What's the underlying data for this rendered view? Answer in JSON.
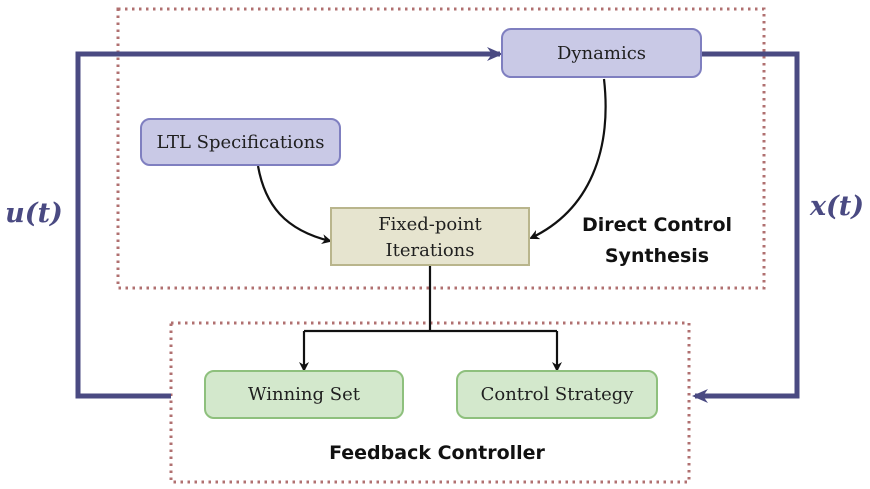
{
  "regions": {
    "direct_control": {
      "line1": "Direct Control",
      "line2": "Synthesis"
    },
    "feedback_controller": {
      "label": "Feedback Controller"
    }
  },
  "nodes": {
    "dynamics": "Dynamics",
    "ltl_specifications": "LTL Specifications",
    "fixed_point_line1": "Fixed-point",
    "fixed_point_line2": "Iterations",
    "winning_set": "Winning Set",
    "control_strategy": "Control Strategy"
  },
  "signals": {
    "input": "u(t)",
    "state": "x(t)"
  },
  "colors": {
    "region_border": "#b07070",
    "signal_line": "#4a4a82",
    "purple_fill": "#c9c9e6",
    "purple_border": "#7f7fc0",
    "tan_fill": "#e6e4cf",
    "tan_border": "#b9b58c",
    "green_fill": "#d3e8cc",
    "green_border": "#8ec07d",
    "edge": "#111111"
  }
}
